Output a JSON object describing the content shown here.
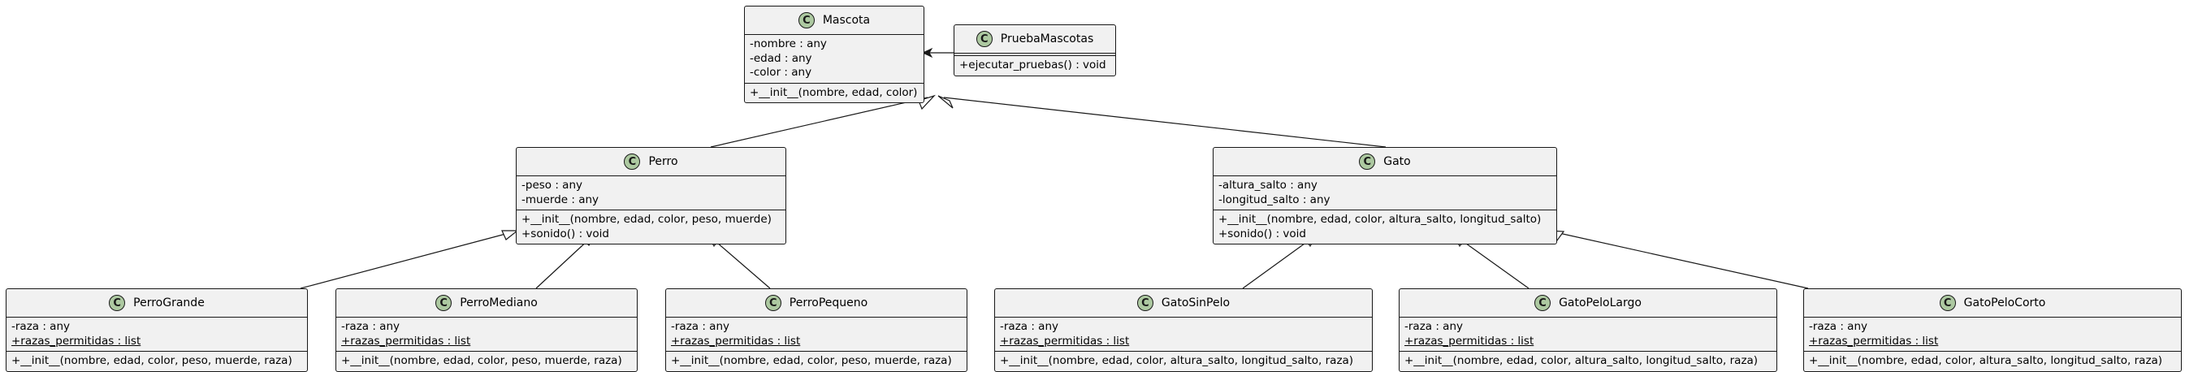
{
  "classes": {
    "mascota": {
      "name": "Mascota",
      "attributes": [
        "-nombre : any",
        "-edad : any",
        "-color : any"
      ],
      "methods": [
        "+__init__(nombre, edad, color)"
      ]
    },
    "prueba": {
      "name": "PruebaMascotas",
      "methods": [
        "+ejecutar_pruebas() : void"
      ]
    },
    "perro": {
      "name": "Perro",
      "attributes": [
        "-peso : any",
        "-muerde : any"
      ],
      "methods": [
        "+__init__(nombre, edad, color, peso, muerde)",
        "+sonido() : void"
      ]
    },
    "gato": {
      "name": "Gato",
      "attributes": [
        "-altura_salto : any",
        "-longitud_salto : any"
      ],
      "methods": [
        "+__init__(nombre, edad, color, altura_salto, longitud_salto)",
        "+sonido() : void"
      ]
    },
    "perro_grande": {
      "name": "PerroGrande",
      "attributes": [
        "-raza : any",
        "+razas_permitidas : list"
      ],
      "methods": [
        "+__init__(nombre, edad, color, peso, muerde, raza)"
      ]
    },
    "perro_mediano": {
      "name": "PerroMediano",
      "attributes": [
        "-raza : any",
        "+razas_permitidas : list"
      ],
      "methods": [
        "+__init__(nombre, edad, color, peso, muerde, raza)"
      ]
    },
    "perro_pequeno": {
      "name": "PerroPequeno",
      "attributes": [
        "-raza : any",
        "+razas_permitidas : list"
      ],
      "methods": [
        "+__init__(nombre, edad, color, peso, muerde, raza)"
      ]
    },
    "gato_sin_pelo": {
      "name": "GatoSinPelo",
      "attributes": [
        "-raza : any",
        "+razas_permitidas : list"
      ],
      "methods": [
        "+__init__(nombre, edad, color, altura_salto, longitud_salto, raza)"
      ]
    },
    "gato_pelo_largo": {
      "name": "GatoPeloLargo",
      "attributes": [
        "-raza : any",
        "+razas_permitidas : list"
      ],
      "methods": [
        "+__init__(nombre, edad, color, altura_salto, longitud_salto, raza)"
      ]
    },
    "gato_pelo_corto": {
      "name": "GatoPeloCorto",
      "attributes": [
        "-raza : any",
        "+razas_permitidas : list"
      ],
      "methods": [
        "+__init__(nombre, edad, color, altura_salto, longitud_salto, raza)"
      ]
    }
  },
  "class_icon_letter": "C",
  "colors": {
    "class_fill": "#f1f1f1",
    "border": "#181818",
    "icon_fill": "#adc9a1"
  }
}
